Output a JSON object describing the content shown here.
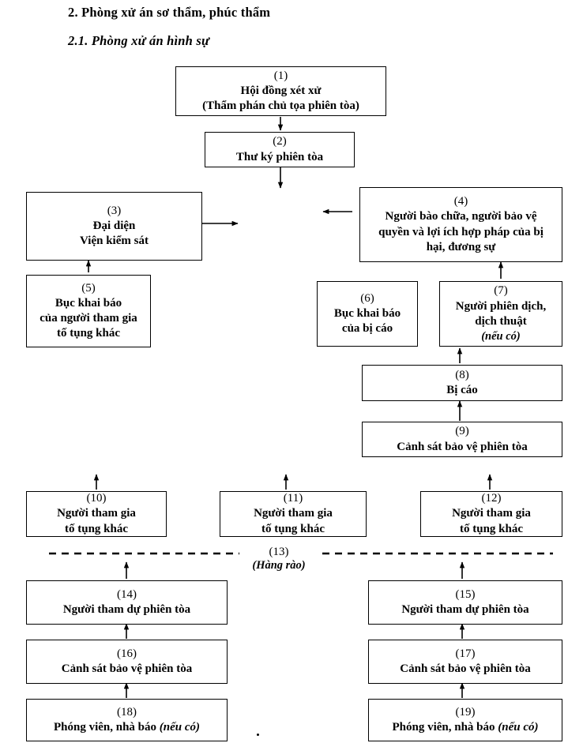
{
  "document": {
    "heading": "2. Phòng xử án sơ thẩm, phúc thẩm",
    "subheading": "2.1. Phòng xử án hình sự"
  },
  "diagram": {
    "type": "courtroom-layout-flowchart",
    "fence": {
      "number": "(13)",
      "label": "(Hàng rào)"
    },
    "nodes": [
      {
        "id": "1",
        "number": "(1)",
        "lines": [
          "Hội đồng xét xử",
          "(Thẩm phán chủ tọa phiên tòa)"
        ],
        "note": ""
      },
      {
        "id": "2",
        "number": "(2)",
        "lines": [
          "Thư ký phiên tòa"
        ],
        "note": ""
      },
      {
        "id": "3",
        "number": "(3)",
        "lines": [
          "Đại diện",
          "Viện kiểm sát"
        ],
        "note": ""
      },
      {
        "id": "4",
        "number": "(4)",
        "lines": [
          "Người bào chữa, người bảo vệ",
          "quyền và lợi ích hợp pháp của bị",
          "hại, đương sự"
        ],
        "note": ""
      },
      {
        "id": "5",
        "number": "(5)",
        "lines": [
          "Bục khai báo",
          "của người tham gia",
          "tố tụng khác"
        ],
        "note": ""
      },
      {
        "id": "6",
        "number": "(6)",
        "lines": [
          "Bục khai báo",
          "của bị cáo"
        ],
        "note": ""
      },
      {
        "id": "7",
        "number": "(7)",
        "lines": [
          "Người phiên dịch,",
          "dịch thuật"
        ],
        "note": "(nếu có)"
      },
      {
        "id": "8",
        "number": "(8)",
        "lines": [
          "Bị cáo"
        ],
        "note": ""
      },
      {
        "id": "9",
        "number": "(9)",
        "lines": [
          "Cảnh sát bảo vệ phiên tòa"
        ],
        "note": ""
      },
      {
        "id": "10",
        "number": "(10)",
        "lines": [
          "Người tham gia",
          "tố tụng  khác"
        ],
        "note": ""
      },
      {
        "id": "11",
        "number": "(11)",
        "lines": [
          "Người tham gia",
          "tố tụng khác"
        ],
        "note": ""
      },
      {
        "id": "12",
        "number": "(12)",
        "lines": [
          "Người tham gia",
          "tố tụng  khác"
        ],
        "note": ""
      },
      {
        "id": "14",
        "number": "(14)",
        "lines": [
          "Người tham dự phiên tòa"
        ],
        "note": ""
      },
      {
        "id": "15",
        "number": "(15)",
        "lines": [
          "Người tham dự phiên tòa"
        ],
        "note": ""
      },
      {
        "id": "16",
        "number": "(16)",
        "lines": [
          "Cảnh sát bảo vệ phiên tòa"
        ],
        "note": ""
      },
      {
        "id": "17",
        "number": "(17)",
        "lines": [
          "Cảnh sát bảo vệ phiên tòa"
        ],
        "note": ""
      },
      {
        "id": "18",
        "number": "(18)",
        "lines": [
          "Phóng viên, nhà báo"
        ],
        "note": "(nếu có)"
      },
      {
        "id": "19",
        "number": "(19)",
        "lines": [
          "Phóng viên, nhà báo"
        ],
        "note": "(nếu có)"
      }
    ]
  }
}
